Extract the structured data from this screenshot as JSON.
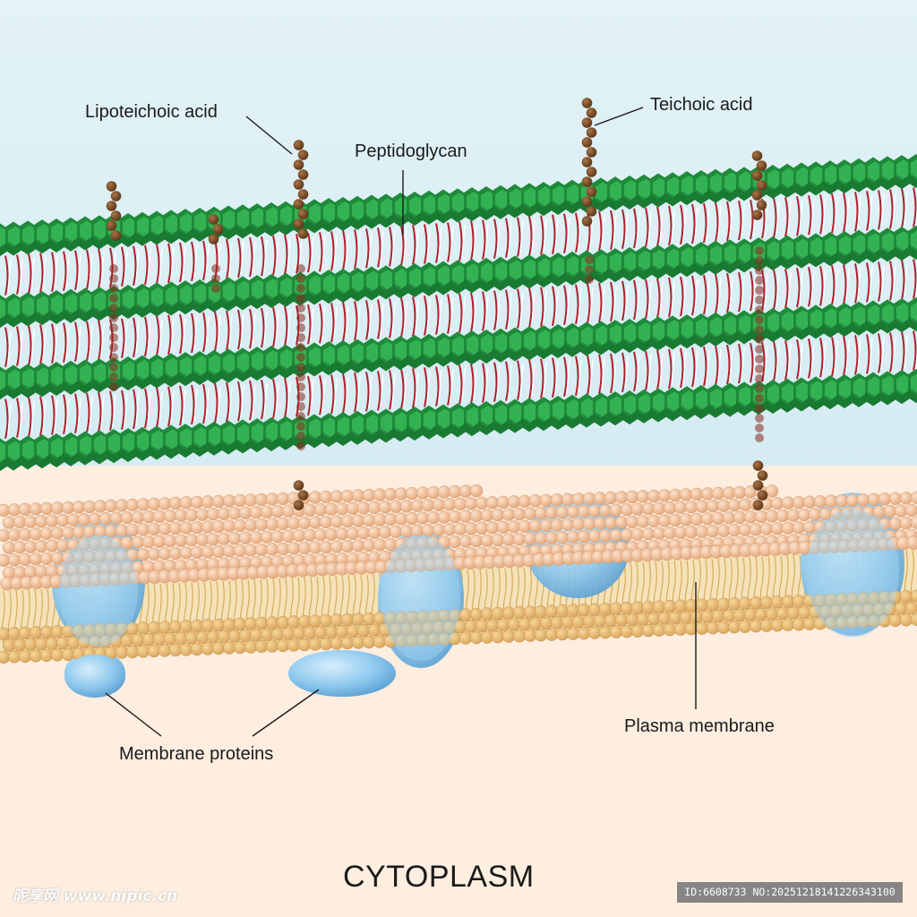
{
  "labels": {
    "lipoteichoic_acid": "Lipoteichoic acid",
    "peptidoglycan": "Peptidoglycan",
    "teichoic_acid": "Teichoic acid",
    "plasma_membrane": "Plasma membrane",
    "membrane_proteins": "Membrane proteins",
    "cytoplasm": "CYTOPLASM"
  },
  "watermarks": {
    "site": "昵享网 www.nipic.cn",
    "id": "ID:6608733 NO:20251218141226343100"
  },
  "colors": {
    "sky": "#d9edf3",
    "cytoplasm": "#fdeee0",
    "peptidoglycan_dark": "#1f8a3a",
    "peptidoglycan_light": "#33b253",
    "crosslink": "#b0202a",
    "lipid_head": "#eeb890",
    "lipid_tail": "#d8b46a",
    "protein": "#7fbfe8",
    "teichoic_bead": "#7a4a22"
  }
}
